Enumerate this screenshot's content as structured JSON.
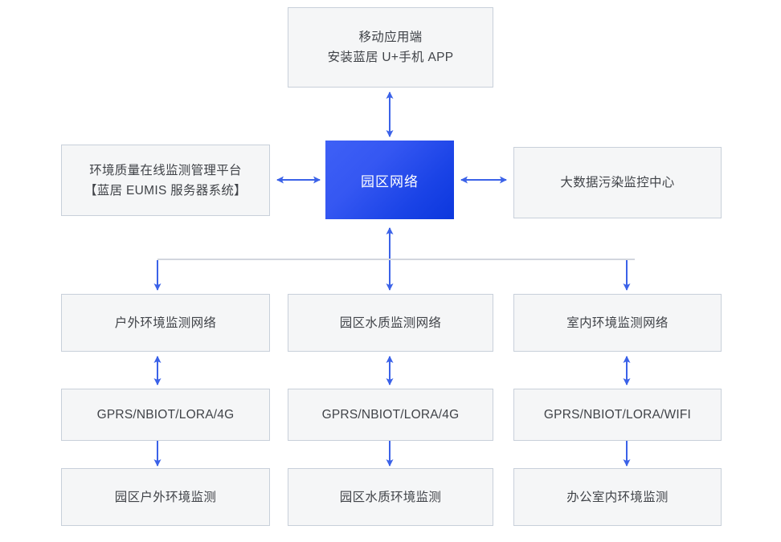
{
  "diagram": {
    "title_hub": "园区网络",
    "nodes": {
      "mobile_app": {
        "line1": "移动应用端",
        "line2": "安装蓝居 U+手机 APP"
      },
      "platform": {
        "line1": "环境质量在线监测管理平台",
        "line2": "【蓝居 EUMIS 服务器系统】"
      },
      "hub": {
        "label": "园区网络"
      },
      "bigdata": {
        "label": "大数据污染监控中心"
      },
      "networks": [
        {
          "label": "户外环境监测网络"
        },
        {
          "label": "园区水质监测网络"
        },
        {
          "label": "室内环境监测网络"
        }
      ],
      "protocols": [
        {
          "label": "GPRS/NBIOT/LORA/4G"
        },
        {
          "label": "GPRS/NBIOT/LORA/4G"
        },
        {
          "label": "GPRS/NBIOT/LORA/WIFI"
        }
      ],
      "endpoints": [
        {
          "label": "园区户外环境监测"
        },
        {
          "label": "园区水质环境监测"
        },
        {
          "label": "办公室内环境监测"
        }
      ]
    },
    "connectors": {
      "hub_to_mobile": "bidirectional-vertical-arrow",
      "platform_to_hub": "bidirectional-horizontal-arrow",
      "hub_to_bigdata": "bidirectional-horizontal-arrow",
      "bus_to_hub": "up-arrow",
      "bus_line": "horizontal-bus",
      "bus_to_networks": "down-arrow",
      "network_to_protocol": "bidirectional-vertical-arrow",
      "protocol_to_endpoint": "down-arrow"
    },
    "colors": {
      "arrow": "#3b62e8",
      "bus_line": "#c3c9d4",
      "box_fill": "#f5f6f7",
      "box_border": "#c8d0da",
      "hub_gradient_start": "#3e60f6",
      "hub_gradient_end": "#0c37dd",
      "text": "#404348",
      "hub_text": "#ffffff"
    }
  }
}
